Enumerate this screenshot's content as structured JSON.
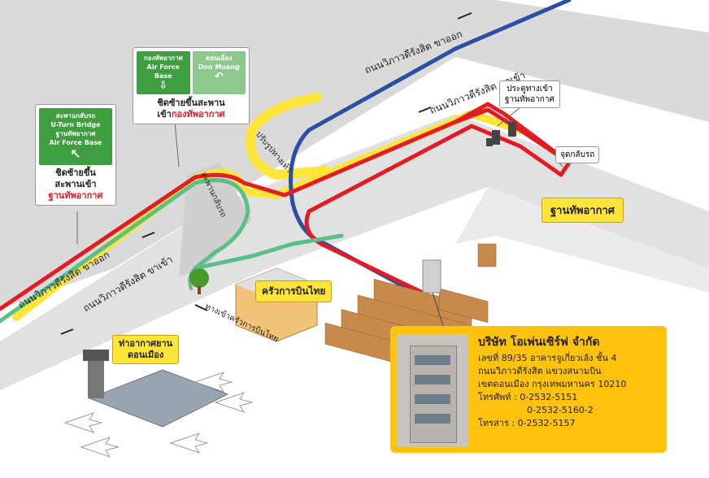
{
  "colors": {
    "route_red": "#e21c24",
    "route_blue": "#2b4fa3",
    "route_yellow": "#ffe53a",
    "route_green": "#5bbf8a",
    "road": "#d9d9d9",
    "sign_green": "#3f9e3f",
    "info_bg": "#ffc20e"
  },
  "roads": {
    "top_outbound": "ถนนวิภาวดีรังสิต ขาออก",
    "top_inbound": "ถนนวิภาวดีรังสิต ขาเข้า",
    "left_outbound": "ถนนวิภาวดีรังสิต ขาออก",
    "left_inbound": "ถนนวิภาวดีรังสิต ขาเข้า",
    "bridge_vertical": "สะพานกลับรถ",
    "bridge_yellow": "ปรับรูปทางเท้า",
    "road_to_kitchen": "ทางเข้าครัวการบินไทย"
  },
  "places": {
    "airforce_gate": "ประตูทางเข้า\nฐานทัพอากาศ",
    "uturn_point": "จุดกลับรถ",
    "airforce_base": "ฐานทัพอากาศ",
    "thai_kitchen": "ครัวการบินไทย",
    "airport": "ท่าอากาศยาน\nดอนเมือง"
  },
  "sign_left": {
    "green_lines": [
      "สะพานกลับรถ",
      "U-Turn Bridge",
      "ฐานทัพอากาศ",
      "Air Force Base"
    ],
    "arrow": "icon-arrow-up-left",
    "caption_lines": [
      "ชิดซ้ายขึ้น",
      "สะพานเข้า"
    ],
    "caption_red": "ฐานทัพอากาศ"
  },
  "sign_top": {
    "left_th": "กองทัพอากาศ",
    "left_en": "Air Force Base",
    "left_arrow": "icon-arrow-down",
    "right_th": "ดอนเมือง",
    "right_en": "Don Muang",
    "right_arrow": "icon-uturn",
    "caption_line1": "ชิดซ้ายขึ้นสะพาน",
    "caption_black": "เข้า",
    "caption_red": "กองทัพอากาศ"
  },
  "company": {
    "name": "บริษัท โอเพ่นเซิร์ฟ จำกัด",
    "addr1": "เลขที่ 89/35 อาคารจูเกี่ยวเล้ง ชั้น 4",
    "addr2": "ถนนวิภาวดีรังสิต แขวงสนามบิน",
    "addr3": "เขตดอนเมือง กรุงเทพมหานคร 10210",
    "phone_label": "โทรศัพท์ :",
    "phone1": "0-2532-5151",
    "phone2": "0-2532-5160-2",
    "fax_label": "โทรสาร :",
    "fax": "0-2532-5157"
  }
}
